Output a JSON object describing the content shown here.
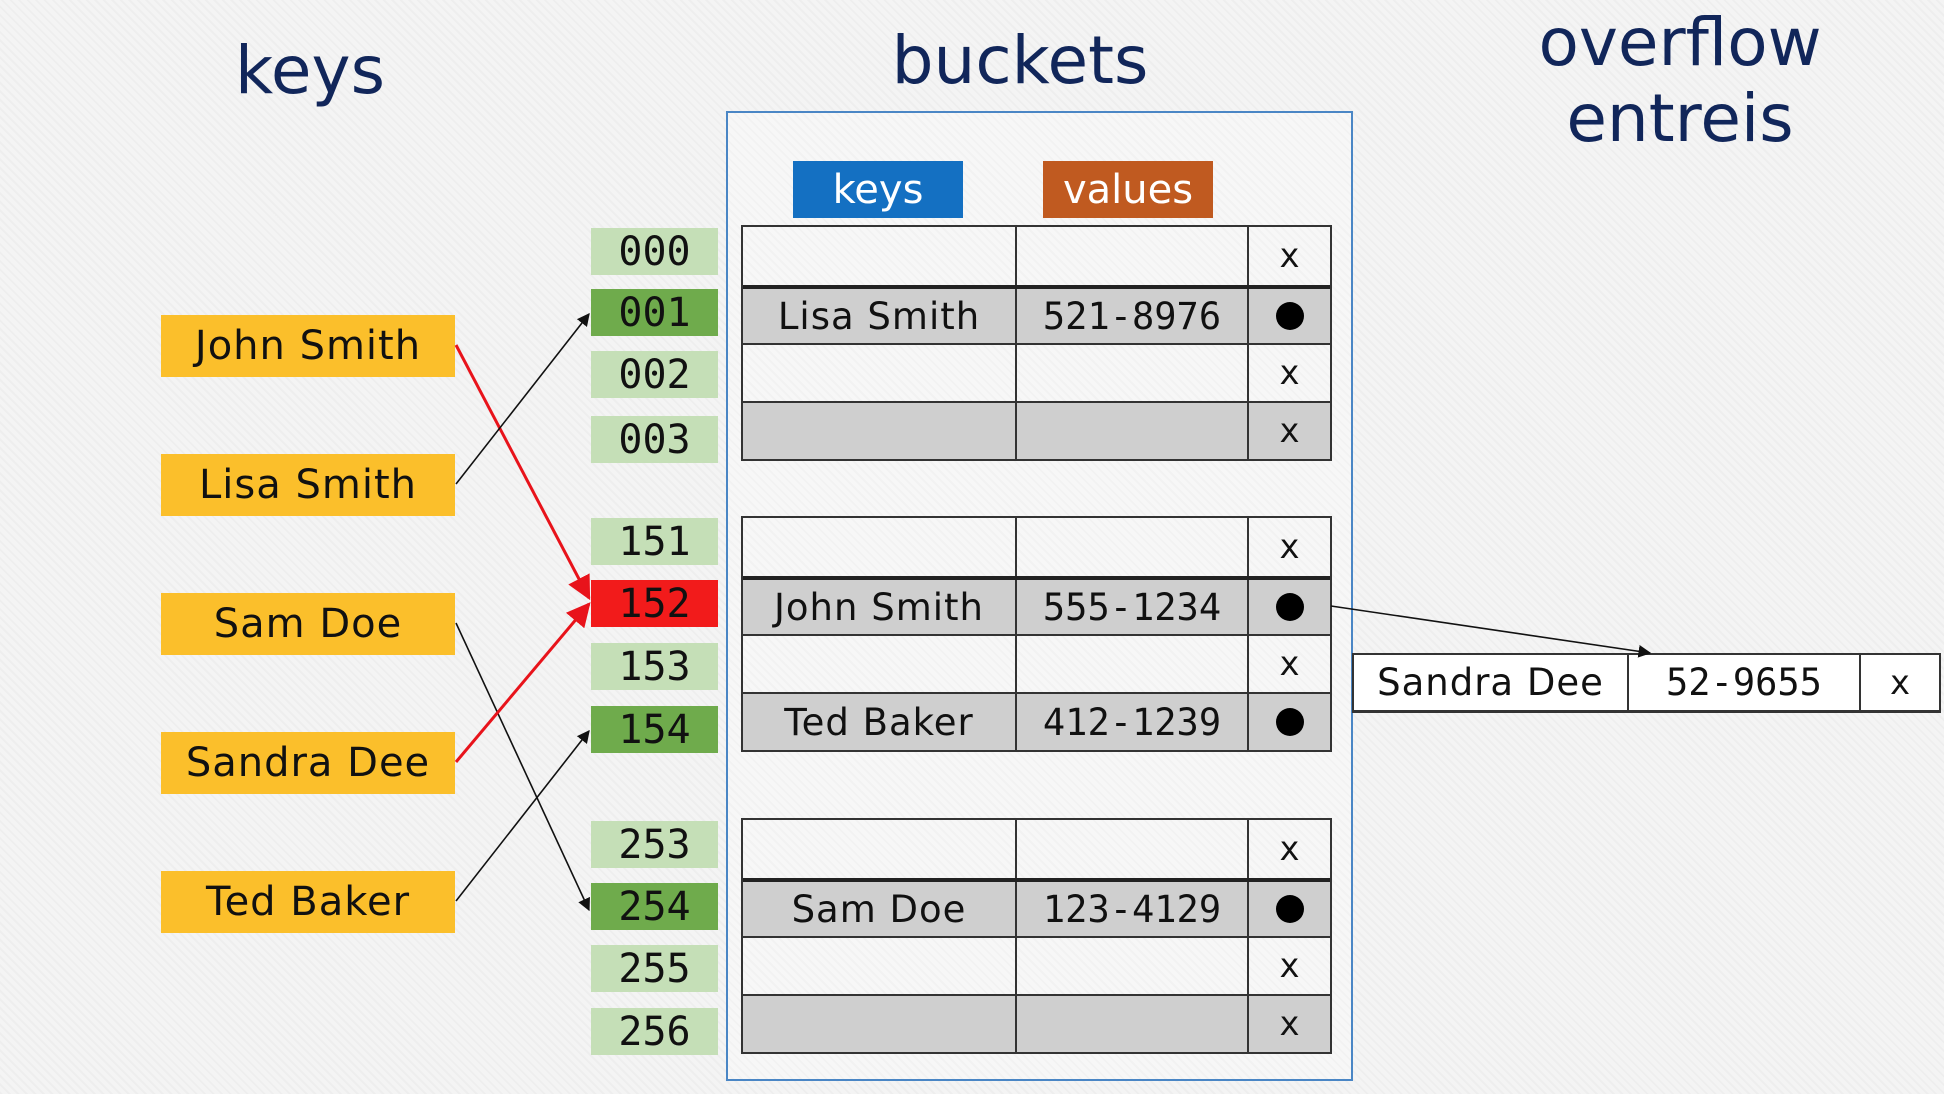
{
  "headings": {
    "keys": "keys",
    "buckets": "buckets",
    "overflow_line1": "overflow",
    "overflow_line2": "entreis"
  },
  "keys": [
    "John Smith",
    "Lisa Smith",
    "Sam Doe",
    "Sandra Dee",
    "Ted Baker"
  ],
  "slots": [
    {
      "label": "000",
      "state": "empty"
    },
    {
      "label": "001",
      "state": "used"
    },
    {
      "label": "002",
      "state": "empty"
    },
    {
      "label": "003",
      "state": "empty"
    },
    {
      "label": "151",
      "state": "empty"
    },
    {
      "label": "152",
      "state": "collision"
    },
    {
      "label": "153",
      "state": "empty"
    },
    {
      "label": "154",
      "state": "used"
    },
    {
      "label": "253",
      "state": "empty"
    },
    {
      "label": "254",
      "state": "used"
    },
    {
      "label": "255",
      "state": "empty"
    },
    {
      "label": "256",
      "state": "empty"
    }
  ],
  "bucket_headers": {
    "keys": "keys",
    "values": "values"
  },
  "bucket_groups": [
    {
      "rows": [
        {
          "key": "",
          "value": "",
          "ptr": "x"
        },
        {
          "key": "Lisa Smith",
          "value": "521-8976",
          "ptr": "dot"
        },
        {
          "key": "",
          "value": "",
          "ptr": "x"
        },
        {
          "key": "",
          "value": "",
          "ptr": "x"
        }
      ]
    },
    {
      "rows": [
        {
          "key": "",
          "value": "",
          "ptr": "x"
        },
        {
          "key": "John Smith",
          "value": "555-1234",
          "ptr": "dot"
        },
        {
          "key": "",
          "value": "",
          "ptr": "x"
        },
        {
          "key": "Ted Baker",
          "value": "412-1239",
          "ptr": "dot"
        }
      ]
    },
    {
      "rows": [
        {
          "key": "",
          "value": "",
          "ptr": "x"
        },
        {
          "key": "Sam Doe",
          "value": "123-4129",
          "ptr": "dot"
        },
        {
          "key": "",
          "value": "",
          "ptr": "x"
        },
        {
          "key": "",
          "value": "",
          "ptr": "x"
        }
      ]
    }
  ],
  "overflow_entry": {
    "key": "Sandra Dee",
    "value": "52-9655",
    "ptr": "x"
  },
  "colors": {
    "key_box": "#fbbf2b",
    "slot_empty": "#c5dfb7",
    "slot_used": "#6fab4c",
    "slot_collision": "#f21b1b",
    "header_keys": "#1470c2",
    "header_values": "#c05a20",
    "collision_arrow": "#e8131b",
    "heading_text": "#11265a"
  },
  "mappings": [
    {
      "from": "John Smith",
      "to": "152",
      "collision": true
    },
    {
      "from": "Lisa Smith",
      "to": "001",
      "collision": false
    },
    {
      "from": "Sam Doe",
      "to": "254",
      "collision": false
    },
    {
      "from": "Sandra Dee",
      "to": "152",
      "collision": true
    },
    {
      "from": "Ted Baker",
      "to": "154",
      "collision": false
    }
  ]
}
